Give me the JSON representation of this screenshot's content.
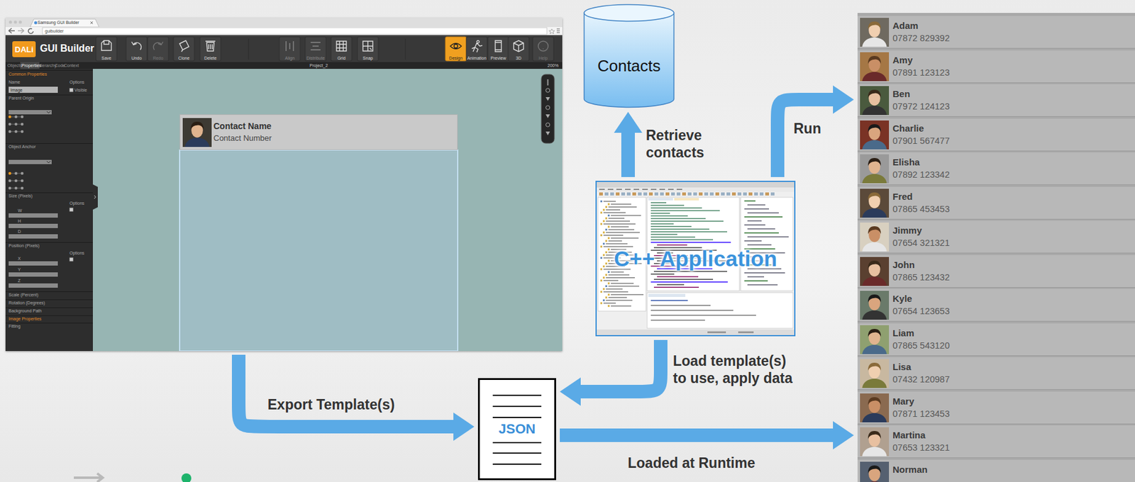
{
  "diagram": {
    "nodes": [
      {
        "text": [
          "DALi",
          "GUI Builder"
        ]
      },
      {
        "text": [
          "Contact Name",
          "Contact Number"
        ],
        "in": 0
      },
      {
        "text": [
          "Contacts"
        ]
      },
      {
        "text": [
          "C++ Application"
        ]
      },
      {
        "text": [
          "JSON"
        ]
      },
      {
        "text": []
      },
      {
        "text": [
          "Adam",
          "07872 829392"
        ],
        "in": 5
      },
      {
        "text": [
          "Amy",
          "07891 123123"
        ],
        "in": 5
      },
      {
        "text": [
          "Ben",
          "07972 124123"
        ],
        "in": 5
      },
      {
        "text": [
          "Charlie",
          "07901 567477"
        ],
        "in": 5
      },
      {
        "text": [
          "Elisha",
          "07892 123342"
        ],
        "in": 5
      },
      {
        "text": [
          "Fred",
          "07865 453453"
        ],
        "in": 5
      },
      {
        "text": [
          "Jimmy",
          "07654 321321"
        ],
        "in": 5
      },
      {
        "text": [
          "John",
          "07865 123432"
        ],
        "in": 5
      },
      {
        "text": [
          "Kyle",
          "07654 123653"
        ],
        "in": 5
      },
      {
        "text": [
          "Liam",
          "07865 543120"
        ],
        "in": 5
      },
      {
        "text": [
          "Lisa",
          "07432 120987"
        ],
        "in": 5
      },
      {
        "text": [
          "Mary",
          "07871 123453"
        ],
        "in": 5
      },
      {
        "text": [
          "Martina",
          "07653 123321"
        ],
        "in": 5
      },
      {
        "text": [
          "Norman"
        ],
        "in": 5
      }
    ],
    "edges": [
      {
        "from": 0,
        "to": 4,
        "label": "Export Template(s)",
        "arrow": "to"
      },
      {
        "from": 3,
        "to": 4,
        "label": "Load template(s) to use, apply data",
        "arrow": "to"
      },
      {
        "from": 4,
        "to": 5,
        "label": "Loaded at Runtime",
        "arrow": "to"
      },
      {
        "from": 3,
        "to": 2,
        "label": "Retrieve contacts",
        "arrow": "to"
      },
      {
        "from": 3,
        "to": 5,
        "label": "Run",
        "arrow": "to"
      }
    ],
    "labels": [
      "Samsung GUI Builder",
      "guibuilder",
      "Save",
      "Undo",
      "Redo",
      "Clone",
      "Delete",
      "Align",
      "Distribute",
      "Grid",
      "Snap",
      "Design",
      "Animation",
      "Preview",
      "3D",
      "Help",
      "Objects",
      "Properties",
      "Hierarchy",
      "Code",
      "Context",
      "Project_2",
      "200%",
      "Common Properties",
      "Name",
      "Options",
      "Image",
      "Visible",
      "Parent Origin",
      "Object Anchor",
      "Size (Pixels)",
      "Options",
      "W",
      "H",
      "D",
      "Position (Pixels)",
      "Options",
      "X",
      "Y",
      "Z",
      "Scale (Percent)",
      "Rotation (Degrees)",
      "Background Path",
      "Image Properties",
      "Fitting"
    ]
  }
}
